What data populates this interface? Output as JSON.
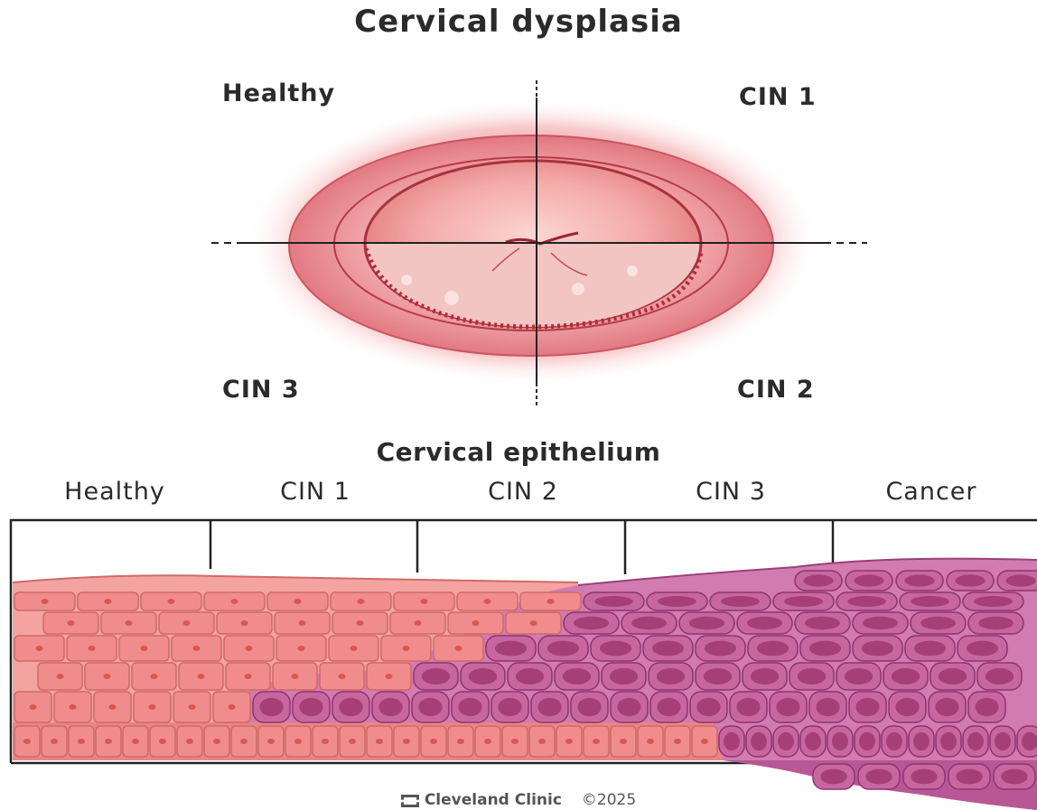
{
  "title": "Cervical dysplasia",
  "quadrants": {
    "top_left": "Healthy",
    "top_right": "CIN 1",
    "bottom_left": "CIN 3",
    "bottom_right": "CIN 2"
  },
  "epithelium": {
    "title": "Cervical epithelium",
    "stages": [
      "Healthy",
      "CIN 1",
      "CIN 2",
      "CIN 3",
      "Cancer"
    ]
  },
  "credit": {
    "brand": "Cleveland Clinic",
    "copyright": "©2025"
  },
  "colors": {
    "healthy_tissue": "#f08c8c",
    "dysplastic_tissue": "#c8679f",
    "nucleus_healthy": "#d9574f",
    "nucleus_dysplastic": "#a63f78"
  }
}
